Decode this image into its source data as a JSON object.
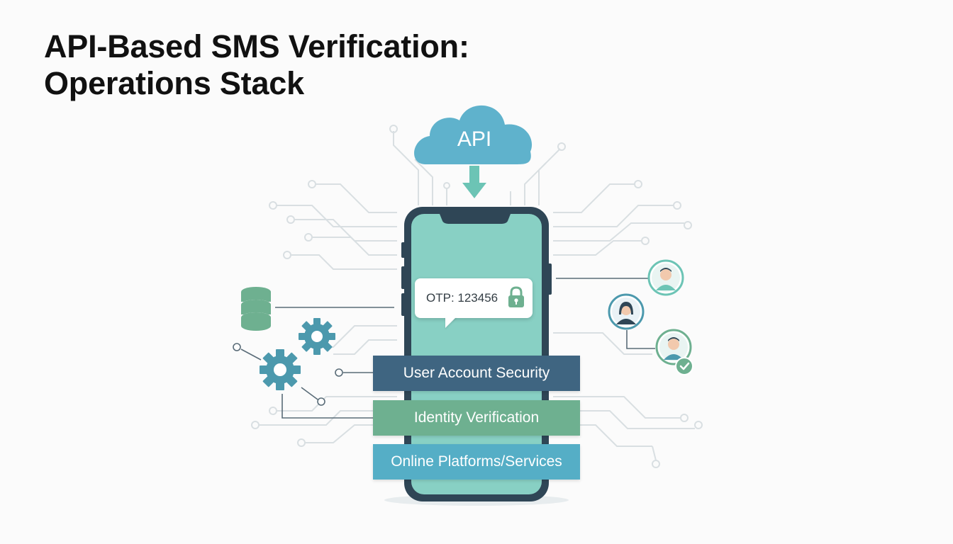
{
  "title": {
    "line1": "API-Based SMS Verification:",
    "line2": "Operations Stack"
  },
  "cloud": {
    "label": "API",
    "icon": "cloud-icon"
  },
  "phone": {
    "otp_text": "OTP: 123456",
    "lock_icon": "lock-icon"
  },
  "stack": [
    {
      "label": "User Account Security",
      "color": "#3f6581"
    },
    {
      "label": "Identity Verification",
      "color": "#6eb090"
    },
    {
      "label": "Online Platforms/Services",
      "color": "#55aec6"
    }
  ],
  "icons": {
    "left": [
      "database-icon",
      "gear-icon",
      "gear-icon"
    ],
    "right": [
      "user-avatar-icon",
      "user-avatar-icon",
      "user-avatar-verified-icon"
    ]
  },
  "colors": {
    "teal": "#6cc4b5",
    "navy": "#2f4656",
    "cloud": "#5fb2cc",
    "green": "#6eb090"
  }
}
